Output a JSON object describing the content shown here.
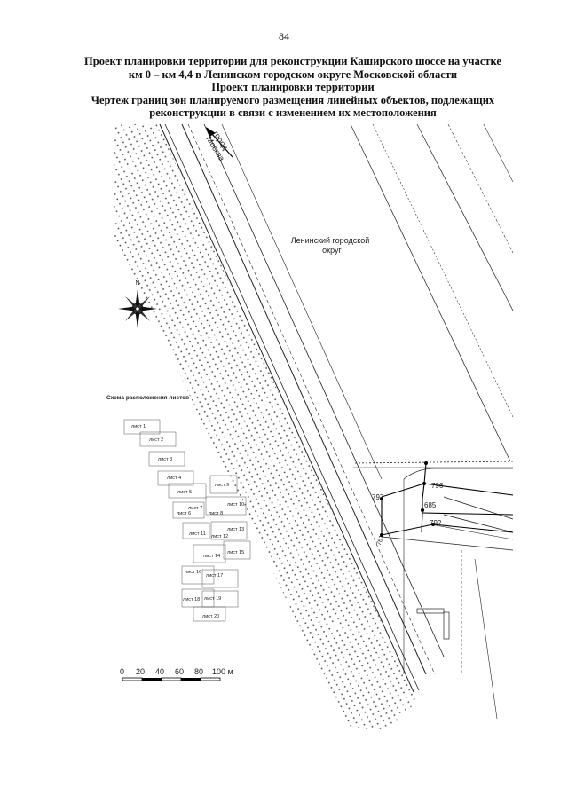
{
  "page": {
    "number": "84"
  },
  "title": {
    "line1": "Проект планировки территории для реконструкции Каширского шоссе на участке",
    "line2": "км 0 – км 4,4 в Ленинском городском округе Московской области",
    "line3": "Проект планировки территории",
    "line4": "Чертеж границ зон планируемого размещения линейных объектов, подлежащих",
    "line5": "реконструкции в связи с изменением их местоположения"
  },
  "map": {
    "direction_label_1": "город",
    "direction_label_2": "Москва",
    "district_label_1": "Ленинский городской",
    "district_label_2": "округ",
    "compass_north": "N",
    "points": {
      "p796": "796",
      "p797": "797",
      "p685": "685",
      "p792": "792",
      "p761": "761"
    }
  },
  "sheet_scheme": {
    "title": "Схема расположения листов",
    "sheets": [
      "лист 1",
      "лист 2",
      "лист 3",
      "лист 4",
      "лист 5",
      "лист 6",
      "лист 7",
      "лист 8",
      "лист 9",
      "лист 10",
      "лист 11",
      "лист 12",
      "лист 13",
      "лист 14",
      "лист 15",
      "лист 16",
      "лист 17",
      "лист 18",
      "лист 19",
      "лист 20"
    ]
  },
  "scale_bar": {
    "labels": [
      "0",
      "20",
      "40",
      "60",
      "80",
      "100 м"
    ]
  }
}
